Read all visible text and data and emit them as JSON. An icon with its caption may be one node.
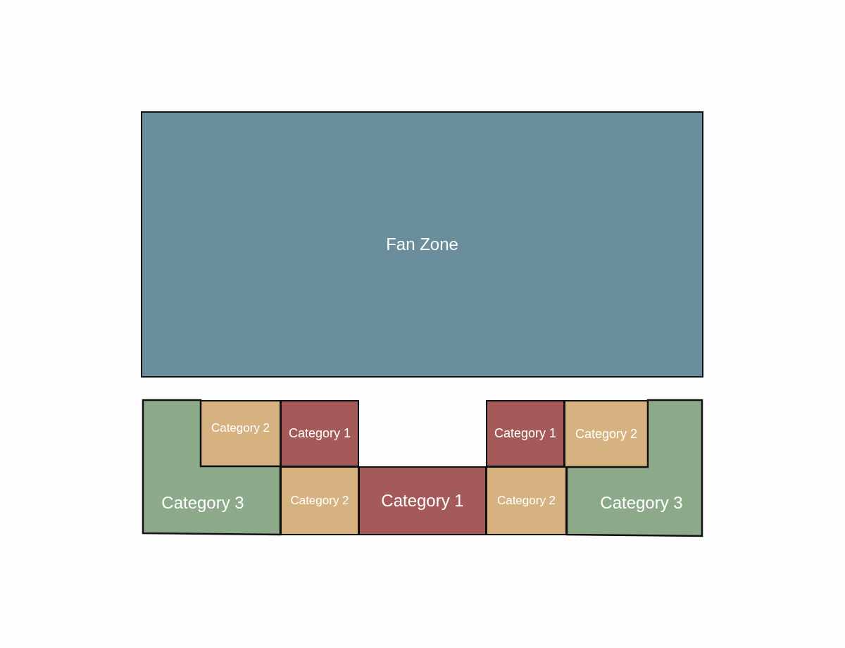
{
  "diagram": {
    "nodes": [
      {
        "text": [
          "Fan Zone"
        ]
      },
      {
        "text": [
          "Category 3"
        ]
      },
      {
        "text": [
          "Category 2"
        ]
      },
      {
        "text": [
          "Category 1"
        ]
      },
      {
        "text": [
          "Category 2"
        ]
      },
      {
        "text": [
          "Category 1"
        ]
      },
      {
        "text": [
          "Category 2"
        ]
      },
      {
        "text": [
          "Category 1"
        ]
      },
      {
        "text": [
          "Category 2"
        ]
      },
      {
        "text": [
          "Category 3"
        ]
      }
    ]
  }
}
